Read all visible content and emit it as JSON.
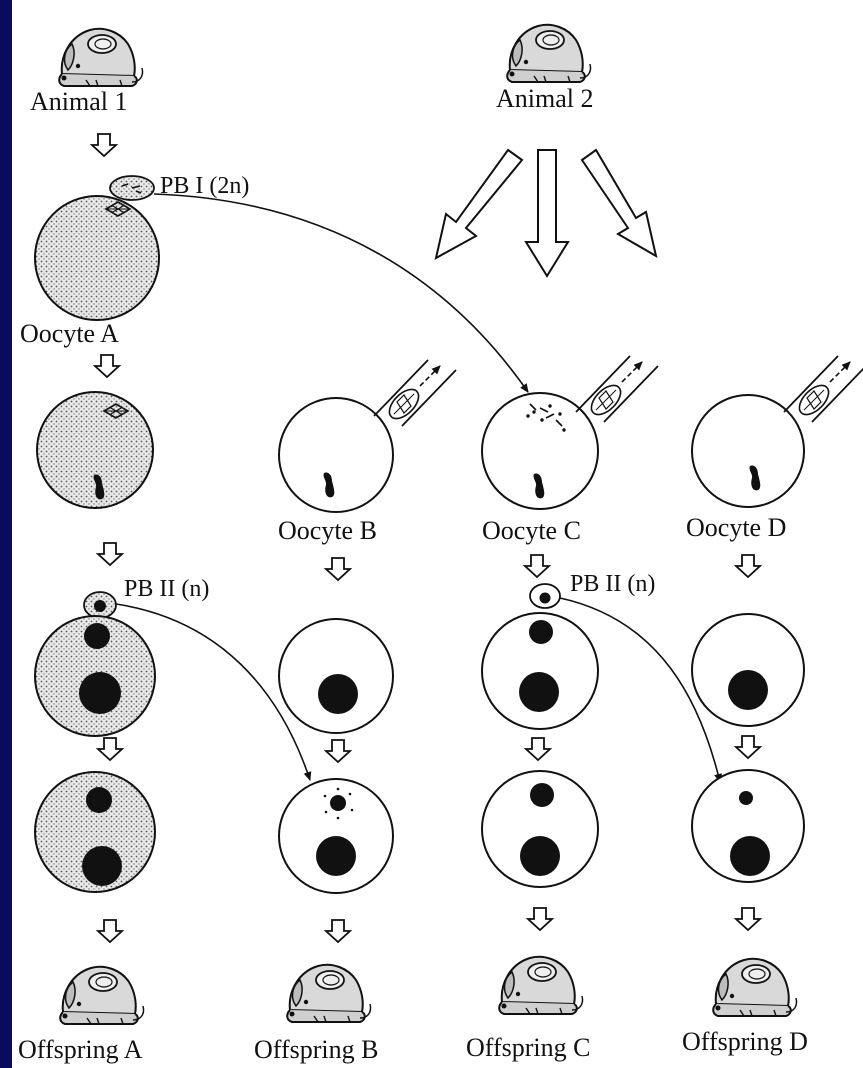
{
  "labels": {
    "animal1": "Animal 1",
    "animal2": "Animal 2",
    "pb1": "PB I (2n)",
    "oocyteA": "Oocyte A",
    "oocyteB": "Oocyte B",
    "oocyteC": "Oocyte C",
    "oocyteD": "Oocyte D",
    "pb2_left": "PB II (n)",
    "pb2_right": "PB II (n)",
    "offspringA": "Offspring A",
    "offspringB": "Offspring B",
    "offspringC": "Offspring C",
    "offspringD": "Offspring D"
  },
  "colors": {
    "background": "#0a0a5e",
    "panel": "#ffffff",
    "ink": "#111111",
    "stipple": "#7a7a7a"
  }
}
